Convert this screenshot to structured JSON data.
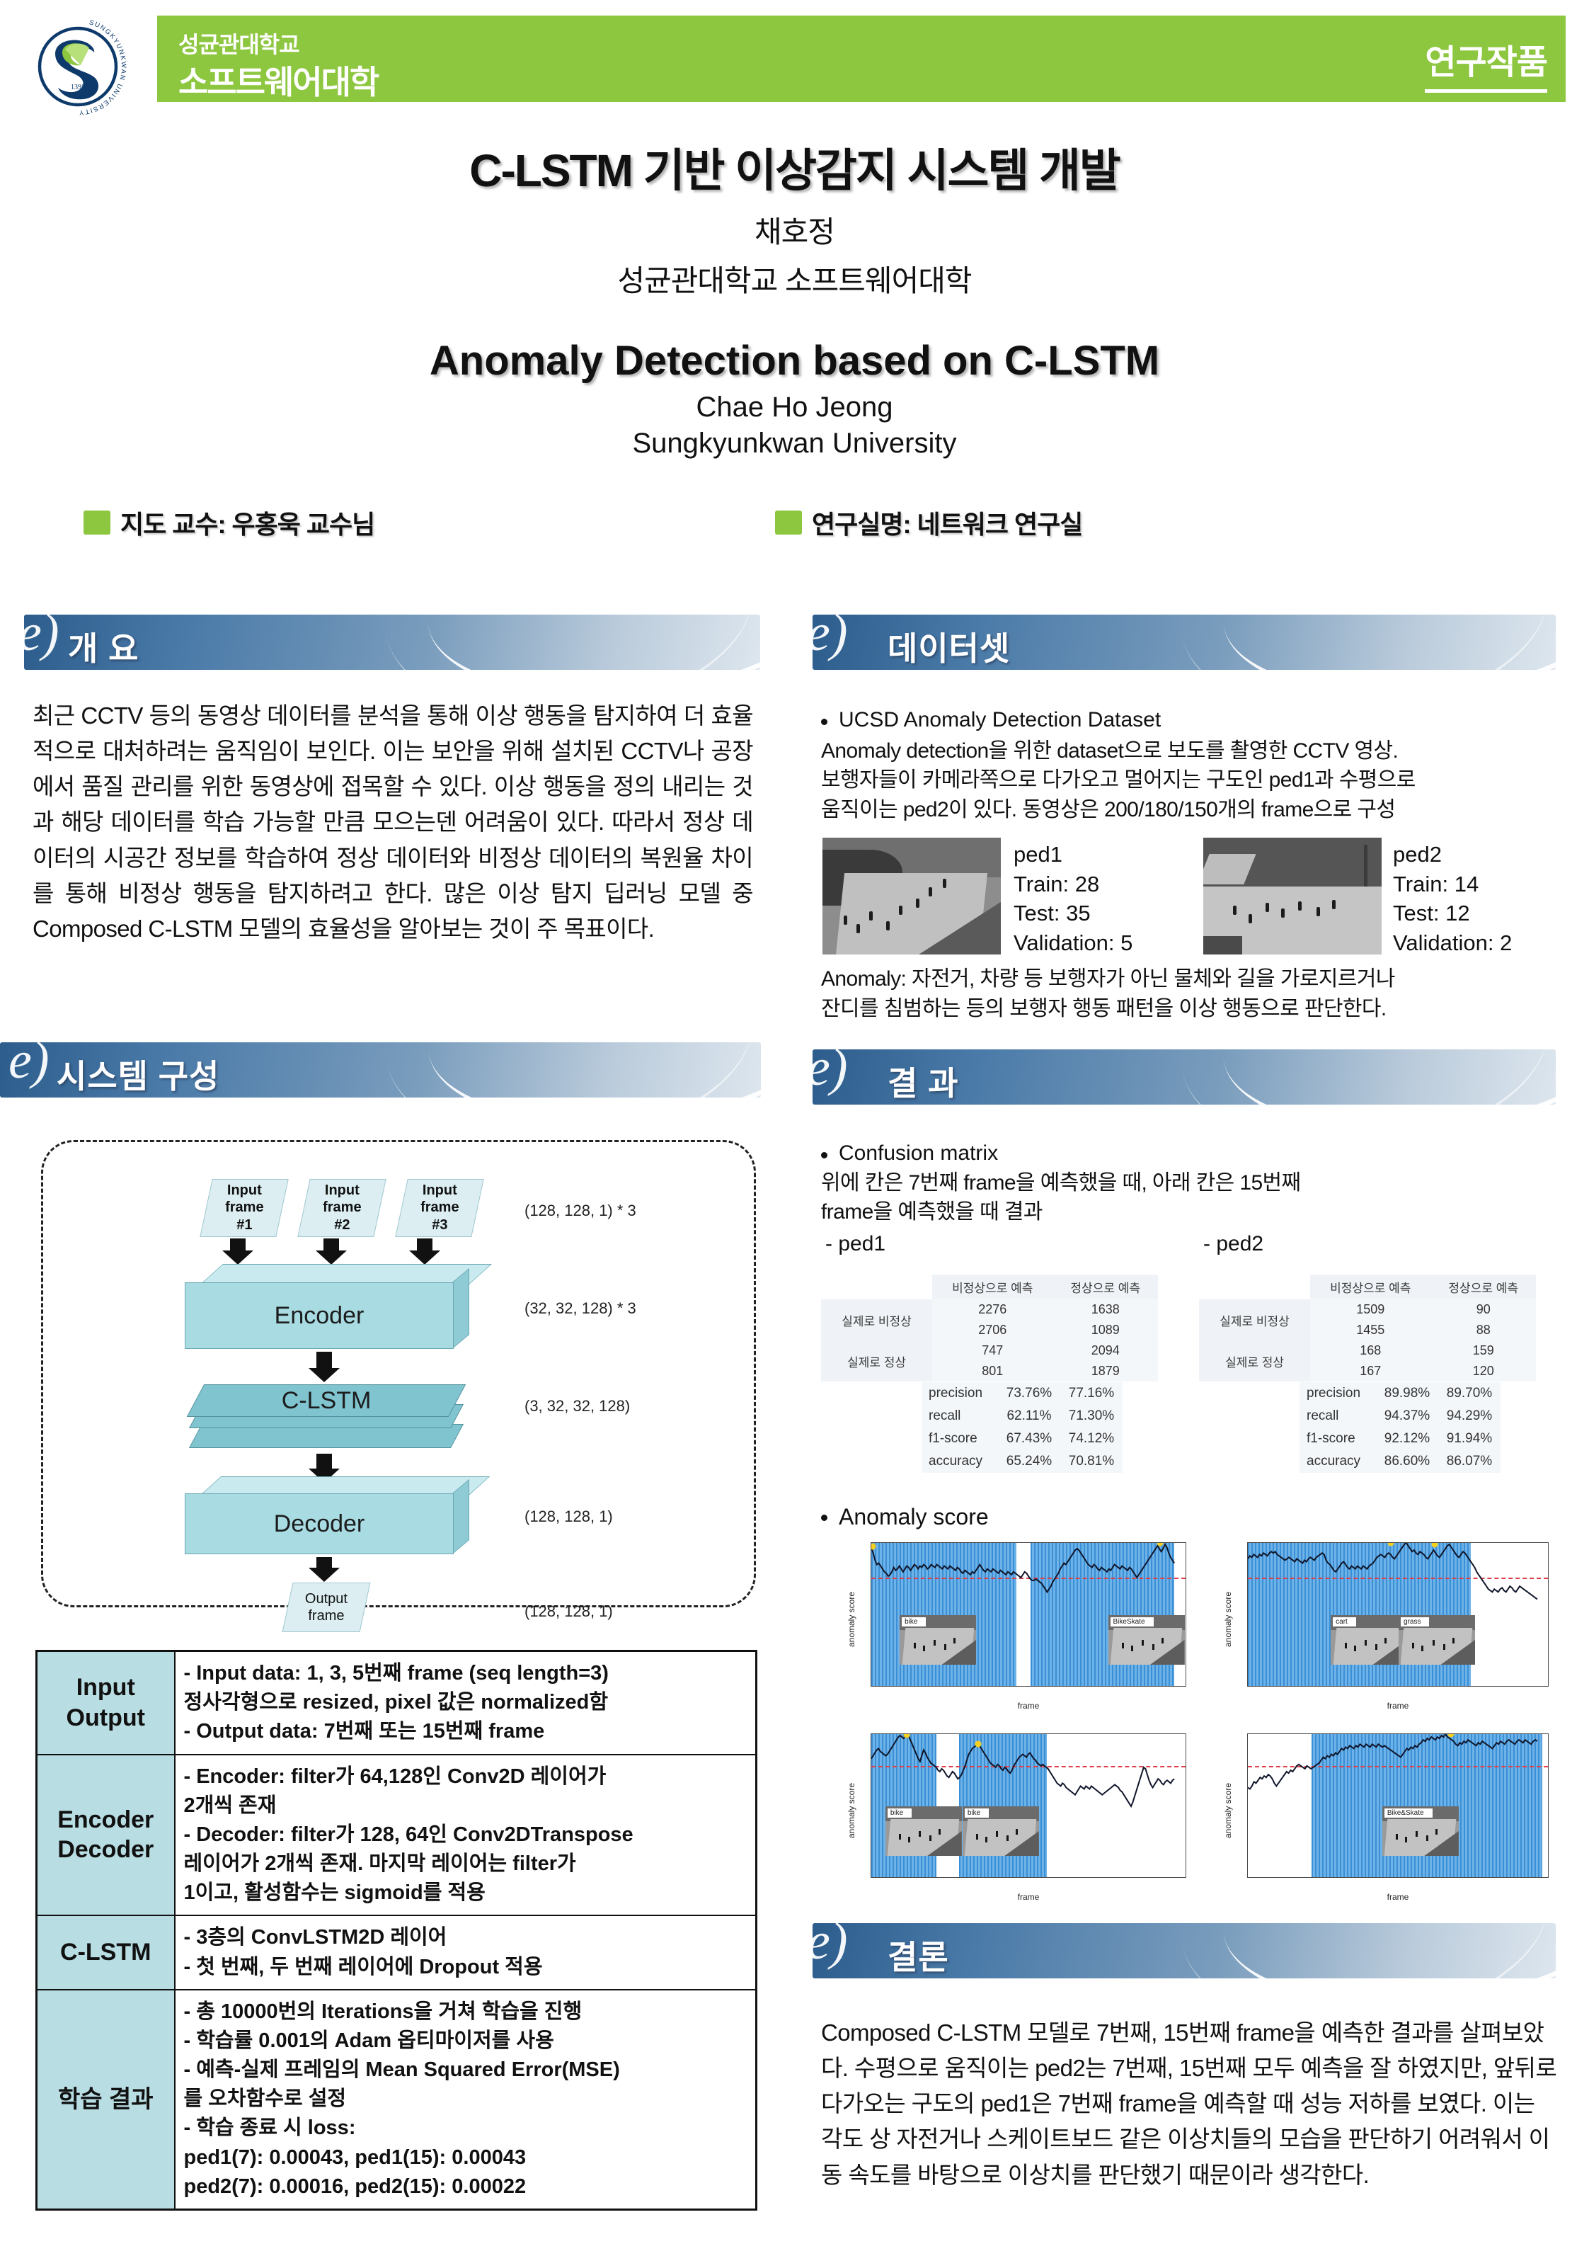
{
  "header": {
    "logo_name": "sungkyunkwan-university-logo",
    "logo_year": "1398",
    "logo_ring_text": "SUNGKYUNKWAN UNIVERSITY",
    "university": "성균관대학교",
    "college": "소프트웨어대학",
    "badge": "연구작품",
    "brand_green": "#8dc63f"
  },
  "title": {
    "kr_title": "C-LSTM 기반 이상감지 시스템 개발",
    "kr_author": "채호정",
    "kr_affiliation": "성균관대학교 소프트웨어대학",
    "en_title": "Anomaly Detection based on C-LSTM",
    "en_author": "Chae Ho Jeong",
    "en_affiliation": "Sungkyunkwan University"
  },
  "meta": {
    "advisor": "지도 교수:  우홍욱 교수님",
    "lab": "연구실명: 네트워크 연구실"
  },
  "sections": {
    "overview": "개 요",
    "dataset": "데이터셋",
    "system": "시스템 구성",
    "results": "결 과",
    "conclusion": "결론"
  },
  "overview": {
    "paragraph": "최근 CCTV 등의 동영상 데이터를 분석을 통해 이상 행동을 탐지하여 더 효율적으로 대처하려는 움직임이 보인다. 이는 보안을 위해 설치된 CCTV나 공장에서 품질 관리를 위한 동영상에 접목할 수 있다. 이상 행동을 정의 내리는 것과 해당 데이터를 학습 가능할 만큼 모으는덴 어려움이 있다. 따라서 정상 데이터의 시공간 정보를 학습하여 정상 데이터와 비정상 데이터의 복원율 차이를 통해 비정상 행동을 탐지하려고 한다. 많은 이상 탐지 딥러닝 모델 중 Composed C-LSTM 모델의 효율성을 알아보는 것이 주 목표이다."
  },
  "dataset": {
    "bullet": "UCSD Anomaly Detection Dataset",
    "description_line1": "Anomaly detection을 위한 dataset으로 보도를 촬영한 CCTV 영상.",
    "description_line2": "보행자들이 카메라쪽으로 다가오고 멀어지는 구도인 ped1과 수평으로",
    "description_line3": "움직이는 ped2이 있다. 동영상은 200/180/150개의 frame으로 구성",
    "items": [
      {
        "name": "ped1",
        "train": "Train: 28",
        "test": "Test: 35",
        "validation": "Validation: 5",
        "thumb_name": "ped1-sample-frame"
      },
      {
        "name": "ped2",
        "train": "Train: 14",
        "test": "Test: 12",
        "validation": "Validation: 2",
        "thumb_name": "ped2-sample-frame"
      }
    ],
    "anomaly_note_line1": "Anomaly: 자전거, 차량 등 보행자가 아닌 물체와 길을 가로지르거나",
    "anomaly_note_line2": "잔디를 침범하는 등의 보행자 행동 패턴을 이상 행동으로 판단한다."
  },
  "system_diagram": {
    "input_frames": [
      "Input\nframe\n#1",
      "Input\nframe\n#2",
      "Input\nframe\n#3"
    ],
    "input_frame_labels": [
      {
        "l1": "Input",
        "l2": "frame",
        "l3": "#1"
      },
      {
        "l1": "Input",
        "l2": "frame",
        "l3": "#2"
      },
      {
        "l1": "Input",
        "l2": "frame",
        "l3": "#3"
      }
    ],
    "encoder": "Encoder",
    "clstm": "C-LSTM",
    "decoder": "Decoder",
    "output_frame": {
      "l1": "Output",
      "l2": "frame"
    },
    "dims": [
      "(128, 128, 1) * 3",
      "(32, 32, 128) * 3",
      "(3, 32, 32, 128)",
      "(128, 128, 1)",
      "(128, 128, 1)"
    ]
  },
  "spec_table": {
    "rows": [
      {
        "key_line1": "Input",
        "key_line2": "Output",
        "lines": [
          "- Input data: 1, 3, 5번째 frame (seq length=3)",
          "  정사각형으로 resized, pixel 값은 normalized함",
          "- Output data: 7번째 또는 15번째 frame"
        ]
      },
      {
        "key_line1": "Encoder",
        "key_line2": "Decoder",
        "lines": [
          "- Encoder: filter가 64,128인 Conv2D 레이어가",
          "  2개씩 존재",
          "- Decoder: filter가 128, 64인 Conv2DTranspose",
          "  레이어가 2개씩 존재. 마지막 레이어는 filter가",
          "  1이고, 활성함수는 sigmoid를 적용"
        ]
      },
      {
        "key_line1": "C-LSTM",
        "key_line2": "",
        "lines": [
          "- 3층의 ConvLSTM2D 레이어",
          "- 첫 번째, 두 번째 레이어에 Dropout 적용"
        ]
      },
      {
        "key_line1": "학습 결과",
        "key_line2": "",
        "lines": [
          "- 총 10000번의 Iterations을 거쳐 학습을 진행",
          "- 학습률 0.001의 Adam 옵티마이저를 사용",
          "- 예측-실제 프레임의 Mean Squared Error(MSE)",
          "  를 오차함수로 설정",
          "- 학습 종료 시 loss:",
          "  ped1(7): 0.00043, ped1(15): 0.00043",
          "  ped2(7): 0.00016, ped2(15): 0.00022"
        ]
      }
    ]
  },
  "results": {
    "bullet_confusion": "Confusion matrix",
    "note_line1": "위에 칸은 7번째 frame을 예측했을 때, 아래 칸은 15번째",
    "note_line2": "frame을 예측했을 때 결과",
    "ped1_label": "-  ped1",
    "ped2_label": "-  ped2",
    "bullet_anomaly": "Anomaly score",
    "col_headers": [
      "비정상으로 예측",
      "정상으로 예측"
    ],
    "row_labels": [
      "실제로 비정상",
      "실제로 정상"
    ],
    "metric_names": [
      "precision",
      "recall",
      "f1-score",
      "accuracy"
    ],
    "ped1": {
      "matrix_frame7": [
        [
          "2276",
          "1638"
        ],
        [
          "747",
          "2094"
        ]
      ],
      "matrix_frame15": [
        [
          "2706",
          "1089"
        ],
        [
          "801",
          "1879"
        ]
      ],
      "metrics_frame7": [
        "73.76%",
        "62.11%",
        "67.43%",
        "65.24%"
      ],
      "metrics_frame15": [
        "77.16%",
        "71.30%",
        "74.12%",
        "70.81%"
      ]
    },
    "ped2": {
      "matrix_frame7": [
        [
          "1509",
          "90"
        ],
        [
          "168",
          "159"
        ]
      ],
      "matrix_frame15": [
        [
          "1455",
          "88"
        ],
        [
          "167",
          "120"
        ]
      ],
      "metrics_frame7": [
        "89.98%",
        "94.37%",
        "92.12%",
        "86.60%"
      ],
      "metrics_frame15": [
        "89.70%",
        "94.29%",
        "91.94%",
        "86.07%"
      ]
    }
  },
  "chart_data": [
    {
      "id": "anomaly-ped1-frame7",
      "type": "line",
      "title": "",
      "xlabel": "frame",
      "ylabel": "anomaly score",
      "xlim": [
        0,
        200
      ],
      "ylim": [
        0.0,
        1.0
      ],
      "xticks": [
        0,
        25,
        50,
        75,
        100,
        125,
        150,
        175,
        200
      ],
      "yticks": [
        0.0,
        0.2,
        0.4,
        0.6,
        0.8,
        1.0
      ],
      "threshold": 0.76,
      "anomaly_bands": [
        [
          0,
          92
        ],
        [
          101,
          192
        ]
      ],
      "peaks": [
        {
          "x": 1,
          "y": 0.975
        },
        {
          "x": 183,
          "y": 1.0
        }
      ],
      "insets": [
        {
          "caption": "bike",
          "x": 18
        },
        {
          "caption": "BikeSkate",
          "x": 150
        }
      ],
      "values": [
        0.97,
        0.93,
        0.88,
        0.85,
        0.86,
        0.84,
        0.82,
        0.8,
        0.79,
        0.77,
        0.78,
        0.8,
        0.83,
        0.81,
        0.82,
        0.84,
        0.82,
        0.8,
        0.82,
        0.84,
        0.83,
        0.81,
        0.83,
        0.85,
        0.84,
        0.82,
        0.84,
        0.83,
        0.85,
        0.84,
        0.82,
        0.83,
        0.85,
        0.84,
        0.83,
        0.85,
        0.84,
        0.83,
        0.82,
        0.84,
        0.83,
        0.82,
        0.84,
        0.83,
        0.82,
        0.81,
        0.83,
        0.82,
        0.8,
        0.79,
        0.81,
        0.8,
        0.79,
        0.78,
        0.8,
        0.79,
        0.81,
        0.83,
        0.85,
        0.83,
        0.81,
        0.8,
        0.82,
        0.81,
        0.8,
        0.82,
        0.81,
        0.8,
        0.79,
        0.81,
        0.8,
        0.79,
        0.78,
        0.8,
        0.79,
        0.78,
        0.8,
        0.79,
        0.78,
        0.77,
        0.76,
        0.78,
        0.8,
        0.79,
        0.77,
        0.75,
        0.74,
        0.74,
        0.75,
        0.74,
        0.73,
        0.72,
        0.7,
        0.68,
        0.66,
        0.68,
        0.7,
        0.73,
        0.75,
        0.77,
        0.79,
        0.82,
        0.84,
        0.86,
        0.85,
        0.87,
        0.89,
        0.91,
        0.93,
        0.95,
        0.96,
        0.95,
        0.93,
        0.91,
        0.89,
        0.87,
        0.85,
        0.84,
        0.83,
        0.85,
        0.84,
        0.82,
        0.81,
        0.83,
        0.82,
        0.81,
        0.8,
        0.82,
        0.81,
        0.83,
        0.85,
        0.84,
        0.83,
        0.82,
        0.84,
        0.83,
        0.82,
        0.81,
        0.83,
        0.82,
        0.8,
        0.78,
        0.76,
        0.78,
        0.8,
        0.82,
        0.84,
        0.86,
        0.88,
        0.9,
        0.92,
        0.94,
        0.96,
        0.98,
        0.96,
        0.94,
        0.96,
        0.99,
        0.97,
        0.93,
        0.9,
        0.88,
        0.86
      ]
    },
    {
      "id": "anomaly-ped2-frame7",
      "type": "line",
      "title": "",
      "xlabel": "frame",
      "ylabel": "anomaly score",
      "xlim": [
        0,
        200
      ],
      "ylim": [
        0.0,
        1.0
      ],
      "xticks": [
        0,
        25,
        50,
        75,
        100,
        125,
        150,
        175,
        200
      ],
      "yticks": [
        0.0,
        0.2,
        0.4,
        0.6,
        0.8,
        1.0
      ],
      "threshold": 0.76,
      "anomaly_bands": [
        [
          0,
          148
        ]
      ],
      "peaks": [
        {
          "x": 95,
          "y": 1.0
        },
        {
          "x": 124,
          "y": 0.99
        }
      ],
      "insets": [
        {
          "caption": "cart",
          "x": 55
        },
        {
          "caption": "grass",
          "x": 100
        }
      ],
      "values": [
        0.89,
        0.91,
        0.9,
        0.92,
        0.91,
        0.9,
        0.92,
        0.91,
        0.93,
        0.92,
        0.91,
        0.93,
        0.94,
        0.93,
        0.94,
        0.92,
        0.91,
        0.9,
        0.89,
        0.88,
        0.89,
        0.9,
        0.89,
        0.88,
        0.87,
        0.89,
        0.88,
        0.87,
        0.86,
        0.88,
        0.87,
        0.89,
        0.9,
        0.89,
        0.88,
        0.9,
        0.91,
        0.92,
        0.93,
        0.92,
        0.88,
        0.86,
        0.85,
        0.83,
        0.81,
        0.8,
        0.82,
        0.84,
        0.86,
        0.87,
        0.85,
        0.83,
        0.82,
        0.84,
        0.83,
        0.82,
        0.84,
        0.83,
        0.82,
        0.84,
        0.83,
        0.82,
        0.84,
        0.85,
        0.86,
        0.88,
        0.9,
        0.91,
        0.92,
        0.91,
        0.9,
        0.92,
        0.93,
        0.92,
        0.9,
        0.89,
        0.91,
        0.93,
        0.95,
        0.97,
        0.99,
        1.0,
        0.98,
        0.96,
        0.94,
        0.95,
        0.93,
        0.92,
        0.94,
        0.93,
        0.92,
        0.9,
        0.89,
        0.91,
        0.93,
        0.95,
        0.93,
        0.91,
        0.9,
        0.92,
        0.94,
        0.96,
        0.98,
        0.99,
        0.97,
        0.95,
        0.93,
        0.91,
        0.9,
        0.92,
        0.94,
        0.93,
        0.91,
        0.89,
        0.87,
        0.85,
        0.83,
        0.8,
        0.78,
        0.76,
        0.74,
        0.72,
        0.7,
        0.68,
        0.67,
        0.66,
        0.68,
        0.67,
        0.66,
        0.68,
        0.69,
        0.67,
        0.66,
        0.68,
        0.7,
        0.69,
        0.67,
        0.66,
        0.68,
        0.7,
        0.69,
        0.68,
        0.67,
        0.66,
        0.65,
        0.64,
        0.63,
        0.62,
        0.61
      ]
    },
    {
      "id": "anomaly-ped1-frame15",
      "type": "line",
      "title": "",
      "xlabel": "frame",
      "ylabel": "anomaly score",
      "xlim": [
        0,
        180
      ],
      "ylim": [
        0.0,
        1.0
      ],
      "xticks": [
        0,
        25,
        50,
        75,
        100,
        125,
        150,
        175
      ],
      "yticks": [
        0.0,
        0.2,
        0.4,
        0.6,
        0.8,
        1.0
      ],
      "threshold": 0.78,
      "anomaly_bands": [
        [
          0,
          37
        ],
        [
          50,
          100
        ]
      ],
      "peaks": [
        {
          "x": 20,
          "y": 0.995
        },
        {
          "x": 61,
          "y": 0.93
        }
      ],
      "insets": [
        {
          "caption": "bike",
          "x": 8
        },
        {
          "caption": "bike",
          "x": 52
        }
      ],
      "values": [
        0.83,
        0.85,
        0.87,
        0.89,
        0.9,
        0.88,
        0.87,
        0.86,
        0.85,
        0.86,
        0.88,
        0.9,
        0.92,
        0.94,
        0.96,
        0.98,
        0.99,
        0.98,
        0.97,
        0.99,
        1.0,
        0.98,
        0.95,
        0.92,
        0.89,
        0.86,
        0.83,
        0.81,
        0.85,
        0.89,
        0.87,
        0.84,
        0.82,
        0.8,
        0.79,
        0.78,
        0.77,
        0.75,
        0.74,
        0.76,
        0.75,
        0.73,
        0.71,
        0.7,
        0.72,
        0.74,
        0.73,
        0.71,
        0.69,
        0.7,
        0.72,
        0.75,
        0.78,
        0.82,
        0.86,
        0.88,
        0.9,
        0.91,
        0.92,
        0.93,
        0.92,
        0.9,
        0.88,
        0.86,
        0.84,
        0.82,
        0.8,
        0.79,
        0.78,
        0.77,
        0.79,
        0.78,
        0.76,
        0.75,
        0.77,
        0.76,
        0.74,
        0.73,
        0.75,
        0.78,
        0.8,
        0.82,
        0.84,
        0.85,
        0.86,
        0.85,
        0.84,
        0.86,
        0.87,
        0.85,
        0.83,
        0.82,
        0.8,
        0.79,
        0.78,
        0.79,
        0.78,
        0.77,
        0.76,
        0.74,
        0.72,
        0.7,
        0.68,
        0.66,
        0.65,
        0.64,
        0.66,
        0.65,
        0.63,
        0.62,
        0.61,
        0.6,
        0.59,
        0.58,
        0.6,
        0.62,
        0.64,
        0.63,
        0.62,
        0.64,
        0.63,
        0.62,
        0.64,
        0.63,
        0.62,
        0.61,
        0.6,
        0.59,
        0.58,
        0.59,
        0.6,
        0.61,
        0.62,
        0.63,
        0.64,
        0.65,
        0.64,
        0.63,
        0.61,
        0.6,
        0.58,
        0.56,
        0.54,
        0.52,
        0.5,
        0.53,
        0.57,
        0.61,
        0.65,
        0.69,
        0.73,
        0.77,
        0.76,
        0.72,
        0.68,
        0.65,
        0.63,
        0.65,
        0.67,
        0.69,
        0.68,
        0.66,
        0.65,
        0.67,
        0.68,
        0.67,
        0.66,
        0.68,
        0.69
      ]
    },
    {
      "id": "anomaly-ped2-frame15",
      "type": "line",
      "title": "",
      "xlabel": "frame",
      "ylabel": "anomaly score",
      "xlim": [
        0,
        175
      ],
      "ylim": [
        0.0,
        1.0
      ],
      "xticks": [
        0,
        25,
        50,
        75,
        100,
        125,
        150,
        175
      ],
      "yticks": [
        0.0,
        0.2,
        0.4,
        0.6,
        0.8,
        1.0
      ],
      "threshold": 0.78,
      "anomaly_bands": [
        [
          37,
          171
        ]
      ],
      "peaks": [
        {
          "x": 118,
          "y": 1.0
        }
      ],
      "insets": [
        {
          "caption": "Bike&Skate",
          "x": 78
        }
      ],
      "values": [
        0.63,
        0.62,
        0.64,
        0.67,
        0.66,
        0.68,
        0.7,
        0.69,
        0.71,
        0.7,
        0.72,
        0.71,
        0.69,
        0.66,
        0.64,
        0.66,
        0.68,
        0.7,
        0.72,
        0.74,
        0.73,
        0.75,
        0.74,
        0.76,
        0.78,
        0.79,
        0.78,
        0.77,
        0.76,
        0.78,
        0.77,
        0.76,
        0.77,
        0.78,
        0.79,
        0.8,
        0.82,
        0.84,
        0.83,
        0.85,
        0.84,
        0.86,
        0.85,
        0.87,
        0.86,
        0.88,
        0.9,
        0.89,
        0.91,
        0.9,
        0.92,
        0.91,
        0.9,
        0.92,
        0.91,
        0.93,
        0.92,
        0.91,
        0.93,
        0.92,
        0.91,
        0.93,
        0.92,
        0.91,
        0.93,
        0.92,
        0.91,
        0.92,
        0.91,
        0.9,
        0.89,
        0.88,
        0.87,
        0.86,
        0.85,
        0.84,
        0.86,
        0.88,
        0.9,
        0.89,
        0.91,
        0.9,
        0.92,
        0.91,
        0.93,
        0.94,
        0.96,
        0.95,
        0.97,
        0.96,
        0.98,
        0.97,
        0.96,
        0.98,
        0.97,
        0.99,
        0.98,
        1.0,
        0.98,
        0.97,
        0.96,
        0.95,
        0.93,
        0.92,
        0.94,
        0.93,
        0.95,
        0.94,
        0.96,
        0.95,
        0.94,
        0.93,
        0.92,
        0.94,
        0.93,
        0.95,
        0.94,
        0.93,
        0.92,
        0.91,
        0.9,
        0.92,
        0.94,
        0.93,
        0.95,
        0.94,
        0.93,
        0.95,
        0.96,
        0.95,
        0.94,
        0.93,
        0.95,
        0.96,
        0.95,
        0.94,
        0.96,
        0.95,
        0.94,
        0.93,
        0.95,
        0.96,
        0.95
      ]
    }
  ],
  "conclusion": {
    "paragraph": "Composed C-LSTM 모델로 7번째, 15번째 frame을 예측한 결과를 살펴보았다. 수평으로 움직이는 ped2는 7번째, 15번째 모두 예측을 잘 하였지만, 앞뒤로 다가오는 구도의 ped1은 7번째 frame을 예측할 때 성능 저하를 보였다. 이는 각도 상 자전거나 스케이트보드 같은 이상치들의 모습을 판단하기 어려워서 이동 속도를 바탕으로 이상치를 판단했기 때문이라 생각한다."
  }
}
